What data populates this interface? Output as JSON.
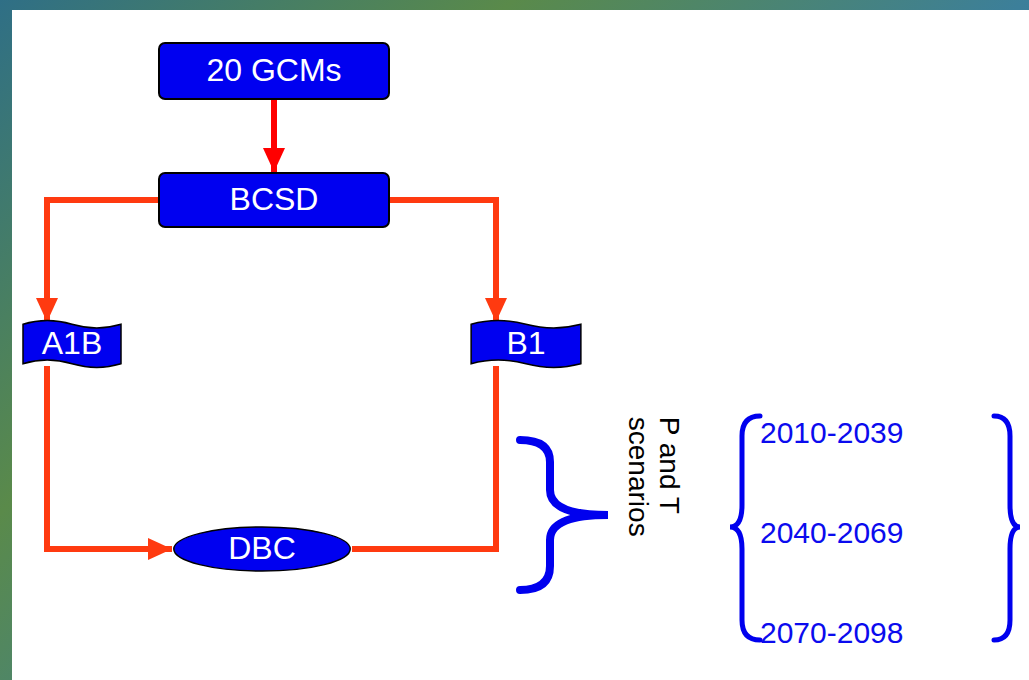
{
  "diagram": {
    "nodes": [
      {
        "text": [
          "20 GCMs"
        ]
      },
      {
        "text": [
          "BCSD"
        ]
      },
      {
        "text": [
          "A1B"
        ]
      },
      {
        "text": [
          "B1"
        ]
      },
      {
        "text": [
          "DBC"
        ]
      }
    ],
    "edges": [
      {
        "from": 0,
        "to": 1,
        "arrow": "to"
      },
      {
        "from": 1,
        "to": 2,
        "arrow": "to"
      },
      {
        "from": 1,
        "to": 3,
        "arrow": "to"
      },
      {
        "from": 2,
        "to": 4,
        "arrow": "to"
      },
      {
        "from": 3,
        "to": 4,
        "arrow": "none"
      }
    ],
    "labels": [
      "P and T scenarios",
      "2010-2039",
      "2040-2069",
      "2070-2098"
    ]
  }
}
